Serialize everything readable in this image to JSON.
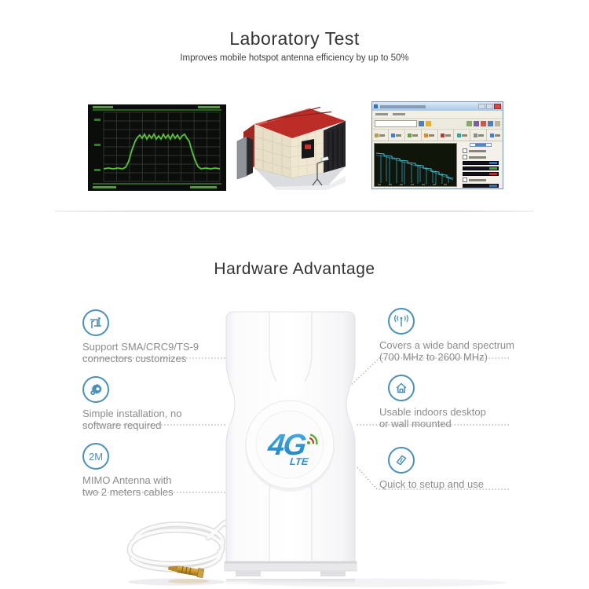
{
  "lab_section": {
    "title": "Laboratory Test",
    "subtitle": "Improves mobile hotspot antenna efficiency by up to 50%",
    "images": [
      {
        "name": "spectrum-analyzer-screenshot"
      },
      {
        "name": "anechoic-chamber-render"
      },
      {
        "name": "measurement-software-screenshot"
      }
    ]
  },
  "hardware_section": {
    "title": "Hardware Advantage",
    "features_left": [
      {
        "icon": "crop-icon",
        "line1": "Support SMA/CRC9/TS-9",
        "line2": "connectors customizes"
      },
      {
        "icon": "gears-icon",
        "line1": "Simple installation, no",
        "line2": "software required"
      },
      {
        "icon": "2m-badge",
        "badge": "2M",
        "line1": "MIMO Antenna with",
        "line2": "two 2 meters cables"
      }
    ],
    "features_right": [
      {
        "icon": "broadcast-antenna-icon",
        "line1": "Covers a wide band spectrum",
        "line2": "(700 MHz to 2600 MHz)"
      },
      {
        "icon": "home-icon",
        "line1": "Usable indoors desktop",
        "line2": "or wall mounted"
      },
      {
        "icon": "flash-icon",
        "line1": "Quick to setup and use",
        "line2": ""
      }
    ],
    "product": {
      "logo_main": "4G",
      "logo_sub": "LTE"
    }
  },
  "colors": {
    "accent_blue": "#4a90b8",
    "logo_blue": "#2b96d4",
    "text_grey": "#8c8c8c",
    "heading_grey": "#333333",
    "trace_green": "#5ad13a",
    "chamber_red": "#bd2d28",
    "connector_gold": "#c9962e"
  }
}
